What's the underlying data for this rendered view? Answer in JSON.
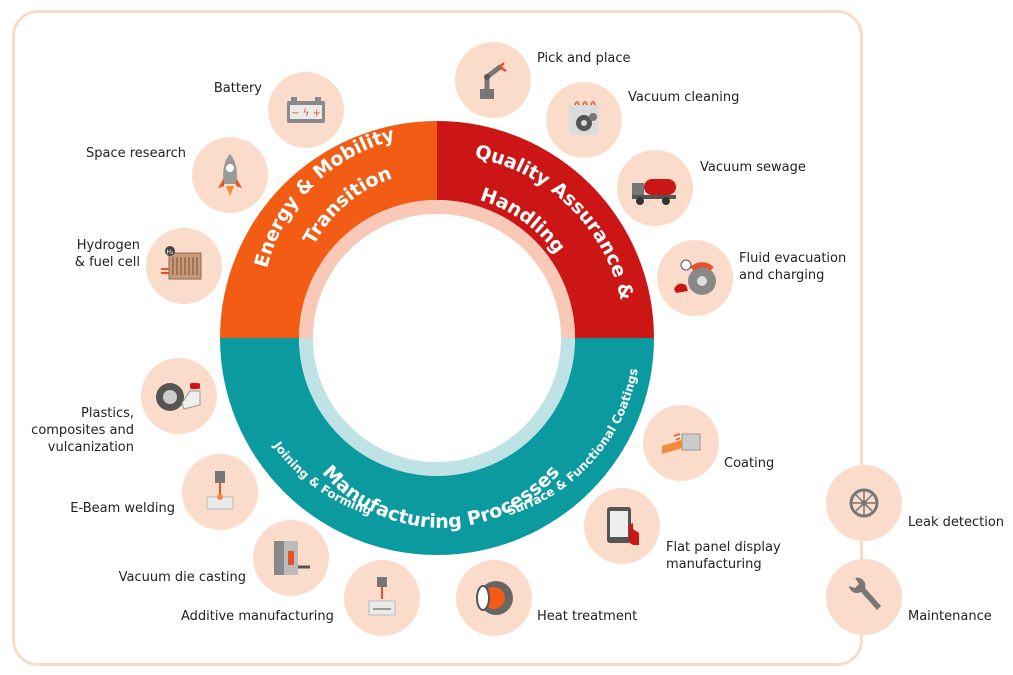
{
  "segments": {
    "energy": {
      "title": "Energy & Mobility Transition",
      "line1": "Energy & Mobility",
      "line2": "Transition",
      "color": "#f25c14"
    },
    "quality": {
      "title": "Quality Assurance & Handling",
      "line1": "Quality Assurance &",
      "line2": "Handling",
      "color": "#cc1515"
    },
    "manufacturing": {
      "title": "Manufacturing Processes",
      "color": "#0a9aa0"
    },
    "joining": {
      "title": "Joining & Forming"
    },
    "surface": {
      "title": "Surface & Functional Coatings"
    }
  },
  "applications": [
    {
      "id": "battery",
      "label": "Battery",
      "icon": "battery-icon"
    },
    {
      "id": "space",
      "label": "Space research",
      "icon": "rocket-icon"
    },
    {
      "id": "hydrogen",
      "label_l1": "Hydrogen",
      "label_l2": "& fuel cell",
      "icon": "fuel-cell-icon"
    },
    {
      "id": "pick",
      "label": "Pick and place",
      "icon": "robot-arm-icon"
    },
    {
      "id": "vacclean",
      "label": "Vacuum cleaning",
      "icon": "cleaning-gear-icon"
    },
    {
      "id": "sewage",
      "label": "Vacuum sewage",
      "icon": "tank-truck-icon"
    },
    {
      "id": "fluid",
      "label_l1": "Fluid evacuation",
      "label_l2": "and charging",
      "icon": "brake-disc-icon"
    },
    {
      "id": "plastics",
      "label_l1": "Plastics,",
      "label_l2": "composites and",
      "label_l3": "vulcanization",
      "icon": "tire-icon"
    },
    {
      "id": "ebeam",
      "label": "E-Beam welding",
      "icon": "ebeam-gun-icon"
    },
    {
      "id": "diecast",
      "label": "Vacuum die casting",
      "icon": "die-casting-icon"
    },
    {
      "id": "additive",
      "label": "Additive manufacturing",
      "icon": "laser-printer-icon"
    },
    {
      "id": "heat",
      "label": "Heat treatment",
      "icon": "furnace-icon"
    },
    {
      "id": "flat",
      "label_l1": "Flat panel display",
      "label_l2": "manufacturing",
      "icon": "tablet-icon"
    },
    {
      "id": "coating",
      "label": "Coating",
      "icon": "coating-block-icon"
    },
    {
      "id": "leak",
      "label": "Leak detection",
      "icon": "leak-wheel-icon"
    },
    {
      "id": "maint",
      "label": "Maintenance",
      "icon": "wrench-icon"
    }
  ],
  "colors": {
    "circle_fill": "#fbdccb",
    "frame": "#f8dcc8",
    "icon_gray": "#7a7a7a",
    "accent": "#e8502a"
  }
}
